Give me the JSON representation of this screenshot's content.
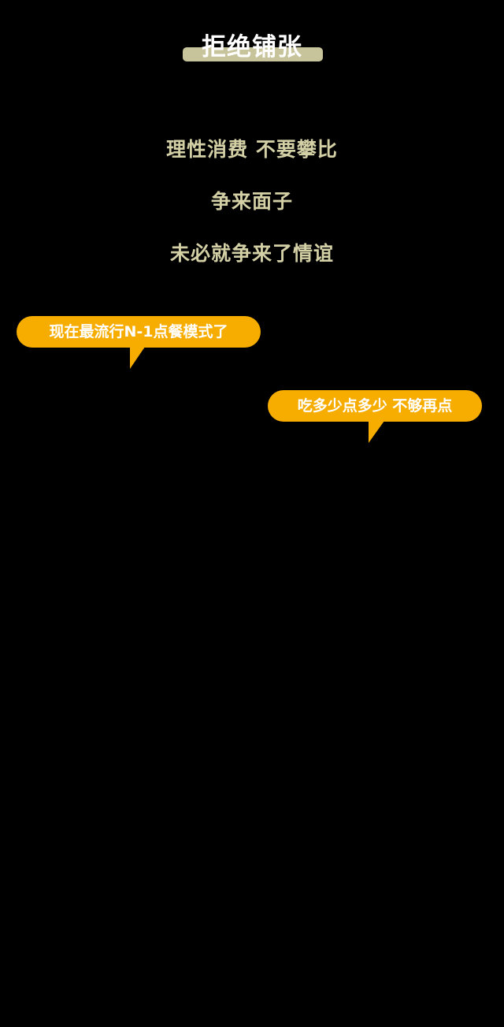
{
  "title": "拒绝铺张",
  "lines": [
    "理性消费 不要攀比",
    "争来面子",
    "未必就争来了情谊"
  ],
  "bubbles": [
    "现在最流行N-1点餐模式了",
    "吃多少点多少 不够再点"
  ],
  "colors": {
    "background": "#000000",
    "accent": "#f6ad00",
    "text": "#d4d0a6",
    "title_bar": "#c7c39a"
  }
}
